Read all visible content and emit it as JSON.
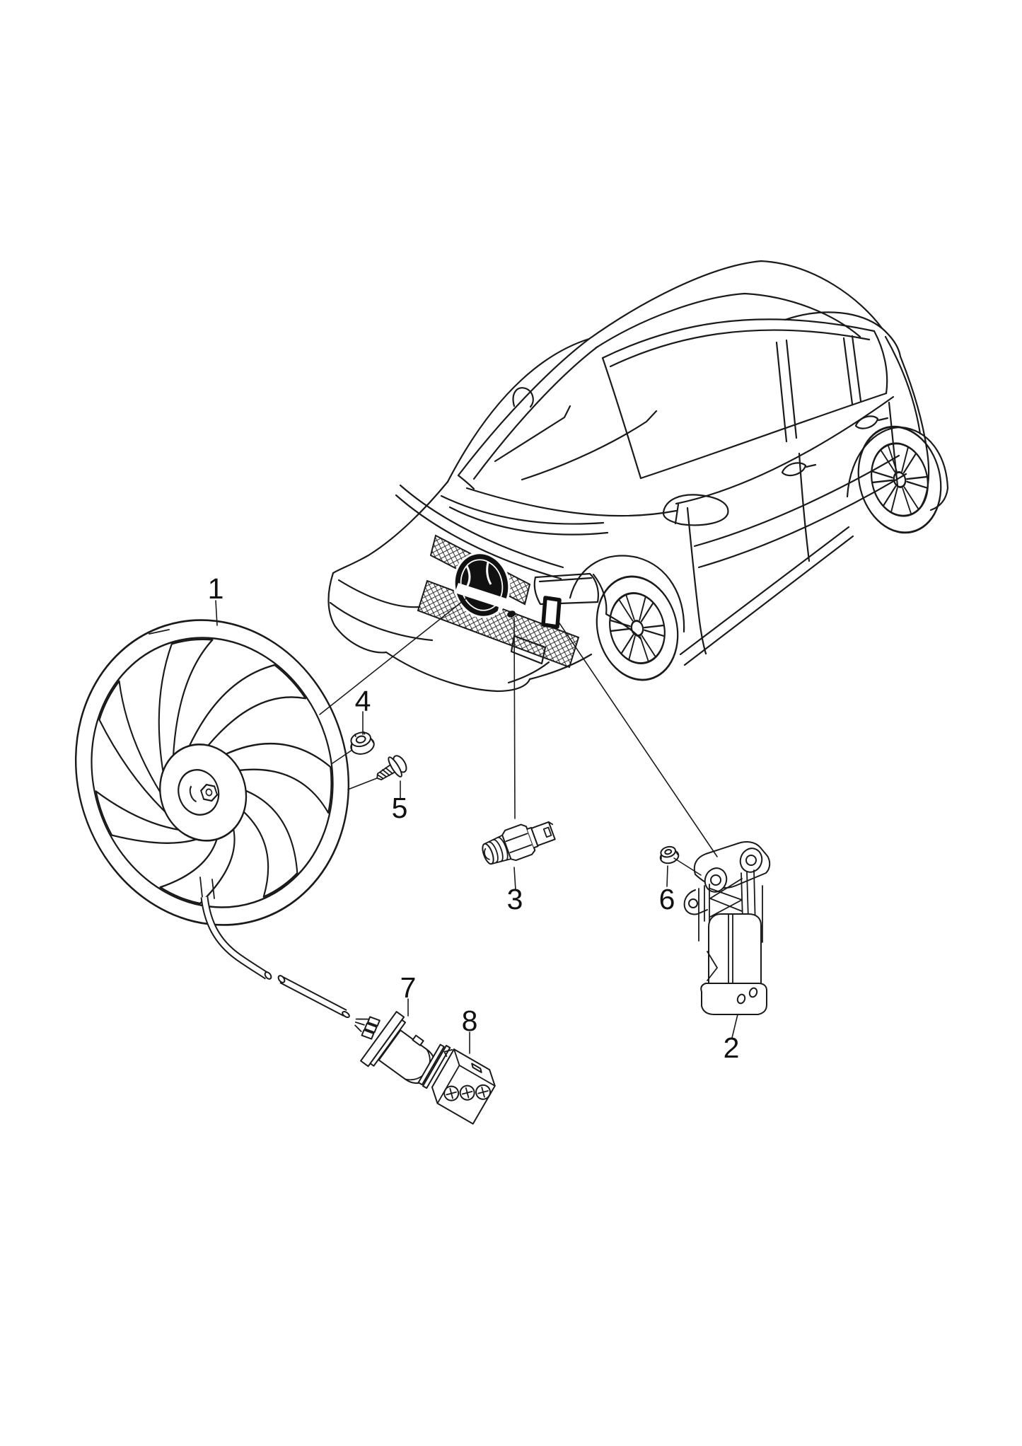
{
  "diagram": {
    "type": "exploded-parts-diagram",
    "subject": "radiator-cooling-fan-and-sensors",
    "background_color": "#ffffff",
    "line_color": "#1a1a1a",
    "callouts": [
      {
        "number": "1",
        "part_name": "radiator-cooling-fan"
      },
      {
        "number": "2",
        "part_name": "bracket-with-relay-module"
      },
      {
        "number": "3",
        "part_name": "thermal-switch-sensor"
      },
      {
        "number": "4",
        "part_name": "hex-collar-nut"
      },
      {
        "number": "5",
        "part_name": "tapping-screw"
      },
      {
        "number": "6",
        "part_name": "hex-flange-nut"
      },
      {
        "number": "7",
        "part_name": "flat-contact-housing-with-plate"
      },
      {
        "number": "8",
        "part_name": "three-pin-connector-housing"
      }
    ]
  }
}
